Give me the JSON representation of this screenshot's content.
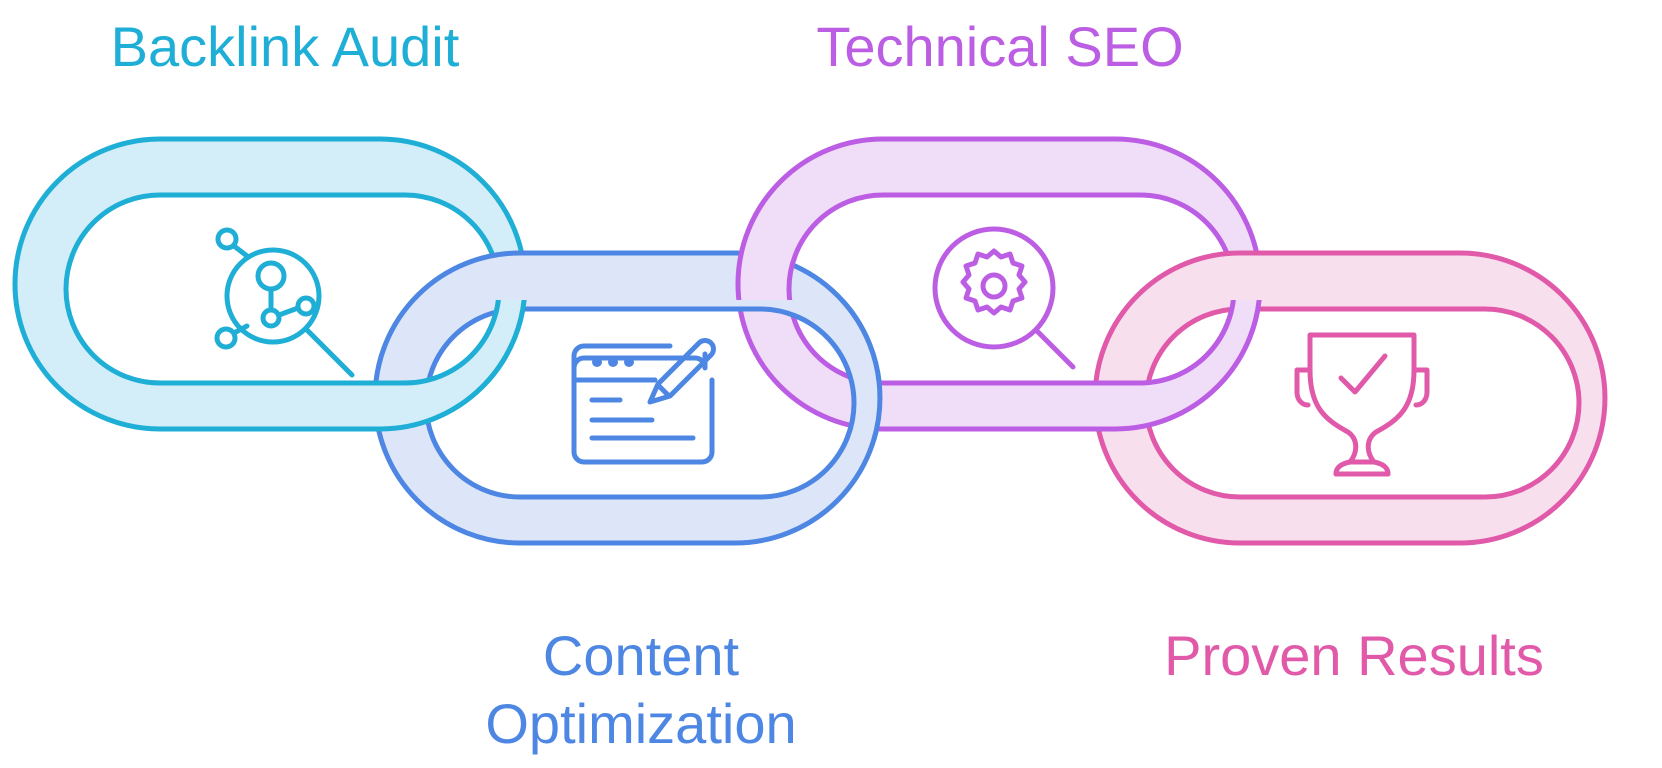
{
  "title": "",
  "steps": [
    {
      "label_lines": [
        "Backlink Audit"
      ],
      "icon": "backlink-search-icon",
      "stroke": "#1eaed6",
      "fill": "#d3eef8"
    },
    {
      "label_lines": [
        "Content",
        "Optimization"
      ],
      "icon": "content-edit-icon",
      "stroke": "#4d87e3",
      "fill": "#dce6f8"
    },
    {
      "label_lines": [
        "Technical SEO"
      ],
      "icon": "gear-search-icon",
      "stroke": "#bc5ee3",
      "fill": "#f0ddf7"
    },
    {
      "label_lines": [
        "Proven Results"
      ],
      "icon": "trophy-icon",
      "stroke": "#e15aa9",
      "fill": "#f8dfee"
    }
  ]
}
